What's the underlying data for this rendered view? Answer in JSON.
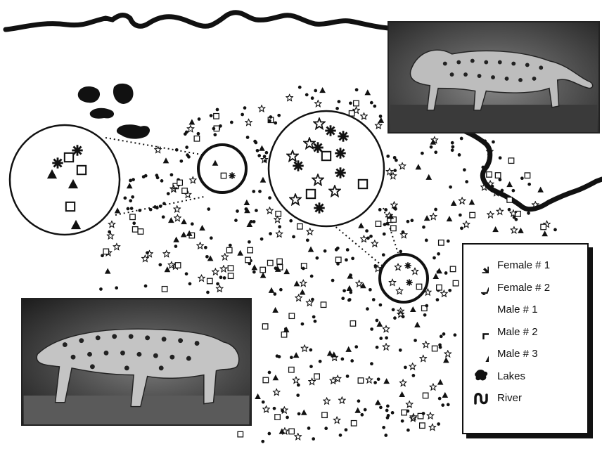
{
  "legend": {
    "items": [
      {
        "symbol": "female1-icon",
        "label": "Female # 1"
      },
      {
        "symbol": "female2-icon",
        "label": "Female # 2"
      },
      {
        "symbol": "male1-icon",
        "label": "Male # 1"
      },
      {
        "symbol": "male2-icon",
        "label": "Male # 2"
      },
      {
        "symbol": "male3-icon",
        "label": "Male # 3"
      },
      {
        "symbol": "lake-icon",
        "label": "Lakes"
      },
      {
        "symbol": "river-icon",
        "label": "River"
      }
    ]
  },
  "photos": [
    {
      "subject": "jaguar walking left, camera-trap photo"
    },
    {
      "subject": "jaguar walking right, night camera-trap photo"
    }
  ],
  "colors": {
    "ink": "#111111",
    "background": "#ffffff"
  }
}
